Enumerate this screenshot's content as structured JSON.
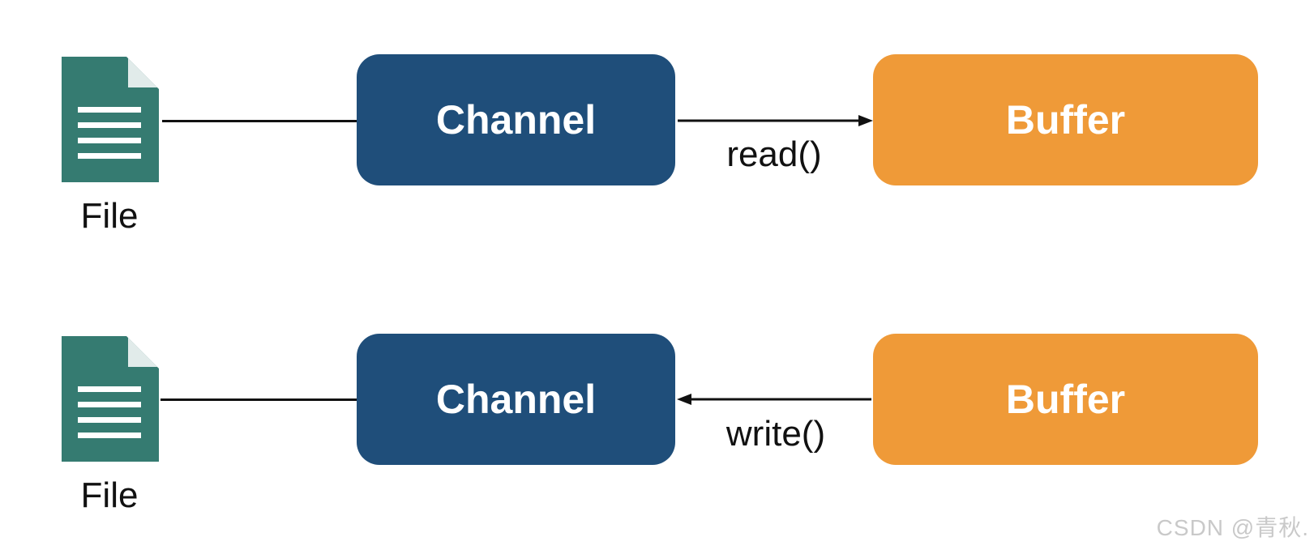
{
  "colors": {
    "file_icon": "#357B71",
    "channel": "#1F4E7A",
    "buffer": "#EF9A38",
    "line": "#111111",
    "watermark": "#C9C9C9"
  },
  "rows": [
    {
      "file_label": "File",
      "channel_label": "Channel",
      "buffer_label": "Buffer",
      "operation_label": "read()",
      "direction": "channel-to-buffer"
    },
    {
      "file_label": "File",
      "channel_label": "Channel",
      "buffer_label": "Buffer",
      "operation_label": "write()",
      "direction": "buffer-to-channel"
    }
  ],
  "watermark": "CSDN @青秋."
}
